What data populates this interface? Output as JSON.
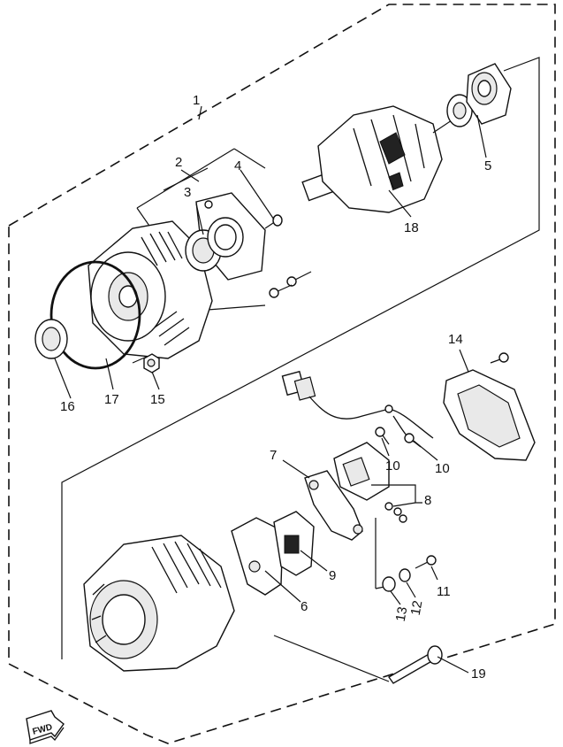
{
  "labels": {
    "l1": "1",
    "l2": "2",
    "l3": "3",
    "l4": "4",
    "l5": "5",
    "l6": "6",
    "l7": "7",
    "l8": "8",
    "l9": "9",
    "l10a": "10",
    "l10b": "10",
    "l11": "11",
    "l12": "12",
    "l13": "13",
    "l14": "14",
    "l15": "15",
    "l16": "16",
    "l17": "17",
    "l18": "18",
    "l19": "19"
  },
  "fwd_badge": "FWD"
}
